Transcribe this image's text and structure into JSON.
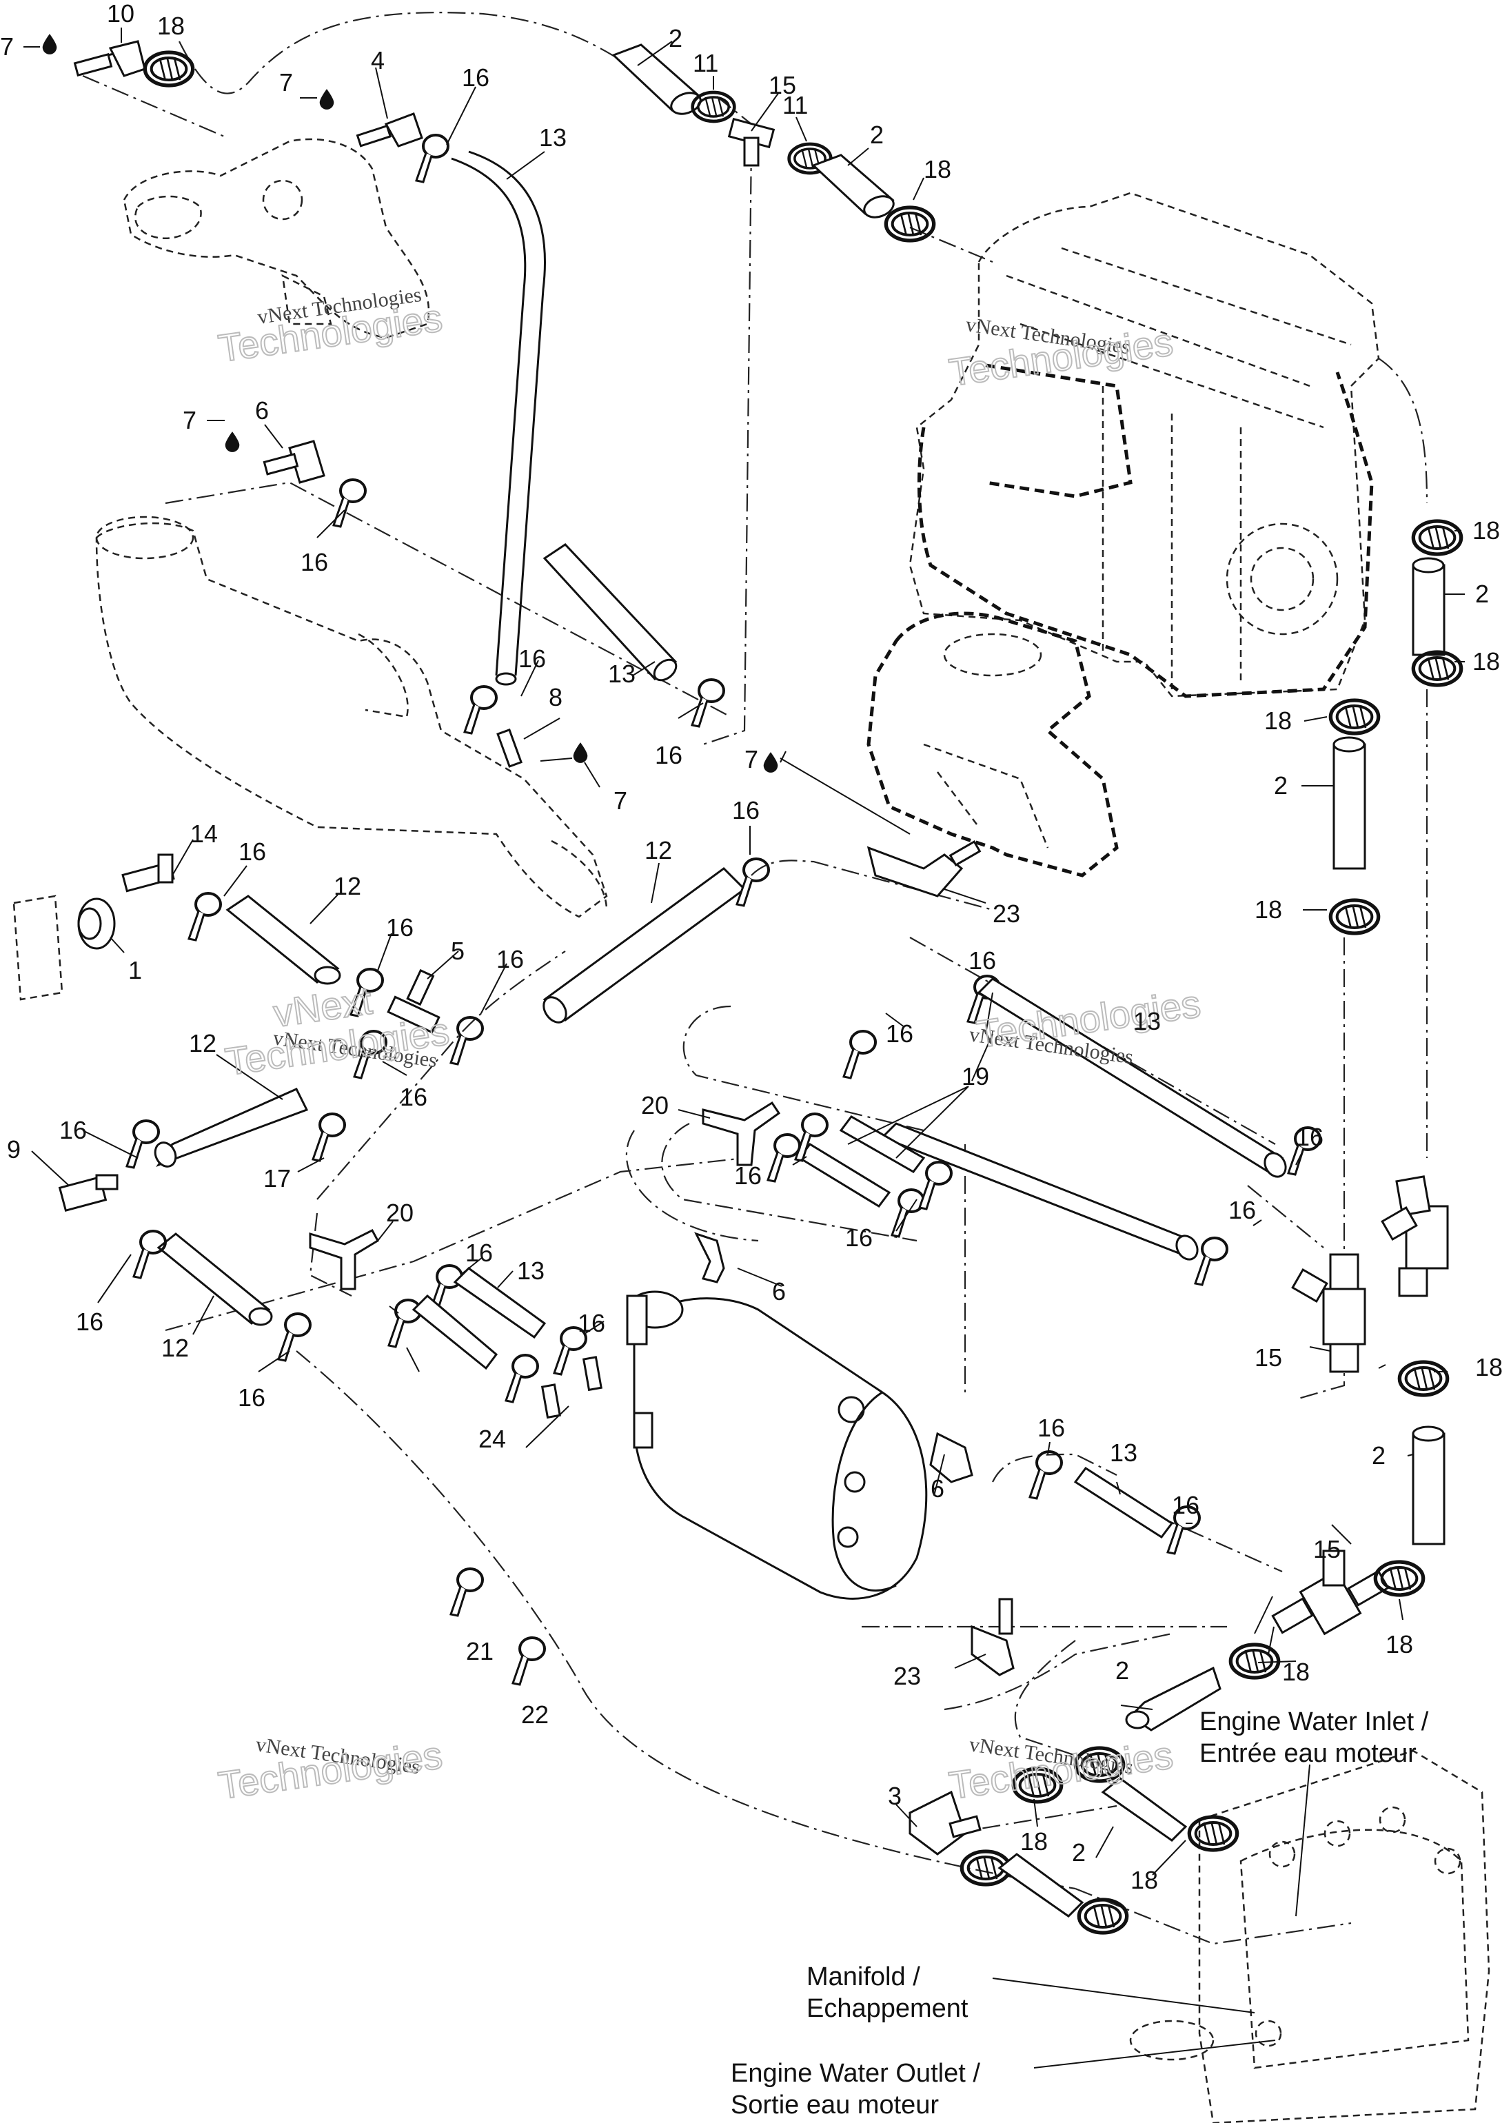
{
  "callouts": {
    "c1": "1",
    "c2": "2",
    "c3": "3",
    "c4": "4",
    "c5": "5",
    "c6": "6",
    "c7": "7",
    "c8": "8",
    "c9": "9",
    "c10": "10",
    "c11": "11",
    "c12": "12",
    "c13": "13",
    "c14": "14",
    "c15": "15",
    "c16": "16",
    "c17": "17",
    "c18": "18",
    "c19": "19",
    "c20": "20",
    "c21": "21",
    "c22": "22",
    "c23": "23",
    "c24": "24"
  },
  "labels": {
    "engine_water_inlet_1": "Engine Water Inlet /",
    "engine_water_inlet_2": "Entrée eau moteur",
    "manifold_1": "Manifold /",
    "manifold_2": "Echappement",
    "engine_water_outlet_1": "Engine Water Outlet /",
    "engine_water_outlet_2": "Sortie eau moteur"
  },
  "watermark": {
    "line1": "vNext Technologies",
    "line2": "vNext",
    "line3": "Technologies"
  },
  "icons": {
    "sealant": "oil-drop-icon"
  }
}
